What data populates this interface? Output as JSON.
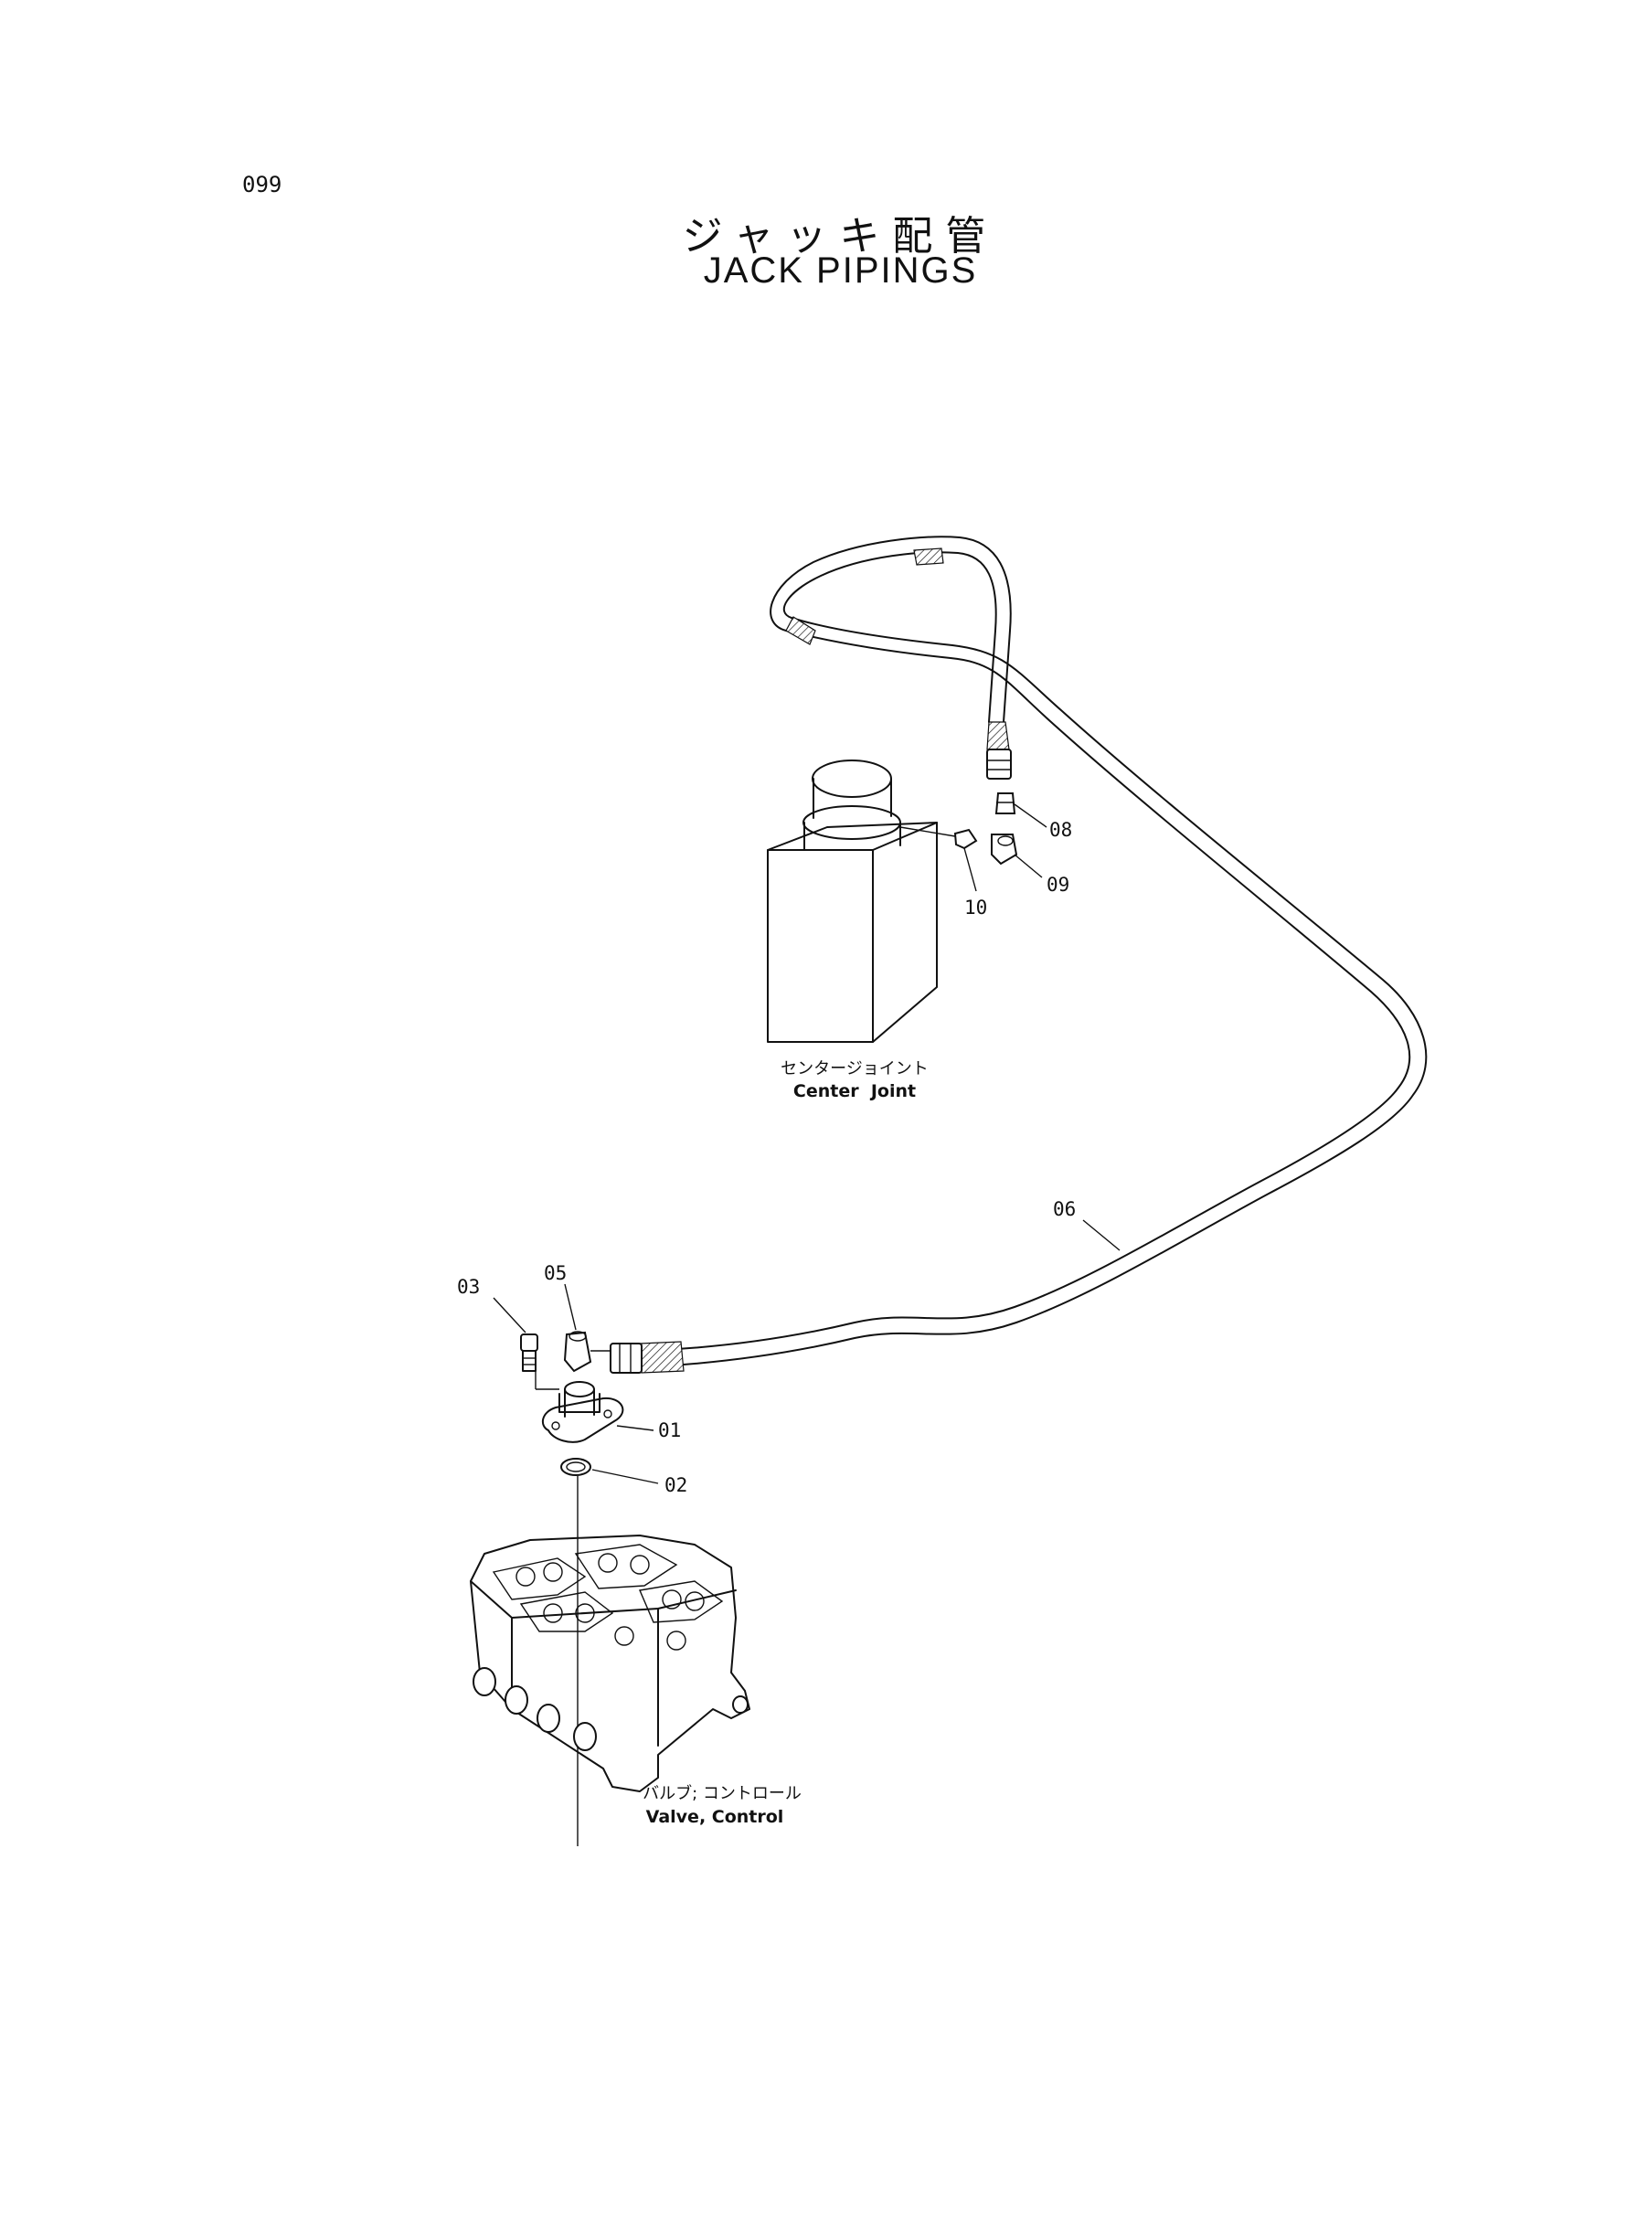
{
  "page_number": "099",
  "title": {
    "japanese": "ジャッキ配管",
    "english": "JACK PIPINGS"
  },
  "components": {
    "center_joint": {
      "label_jp": "センタージョイント",
      "label_en": "Center  Joint"
    },
    "control_valve": {
      "label_jp": "バルブ; コントロール",
      "label_en": "Valve, Control"
    }
  },
  "callouts": {
    "p01": "01",
    "p02": "02",
    "p03": "03",
    "p05": "05",
    "p06": "06",
    "p08": "08",
    "p09": "09",
    "p10": "10"
  }
}
